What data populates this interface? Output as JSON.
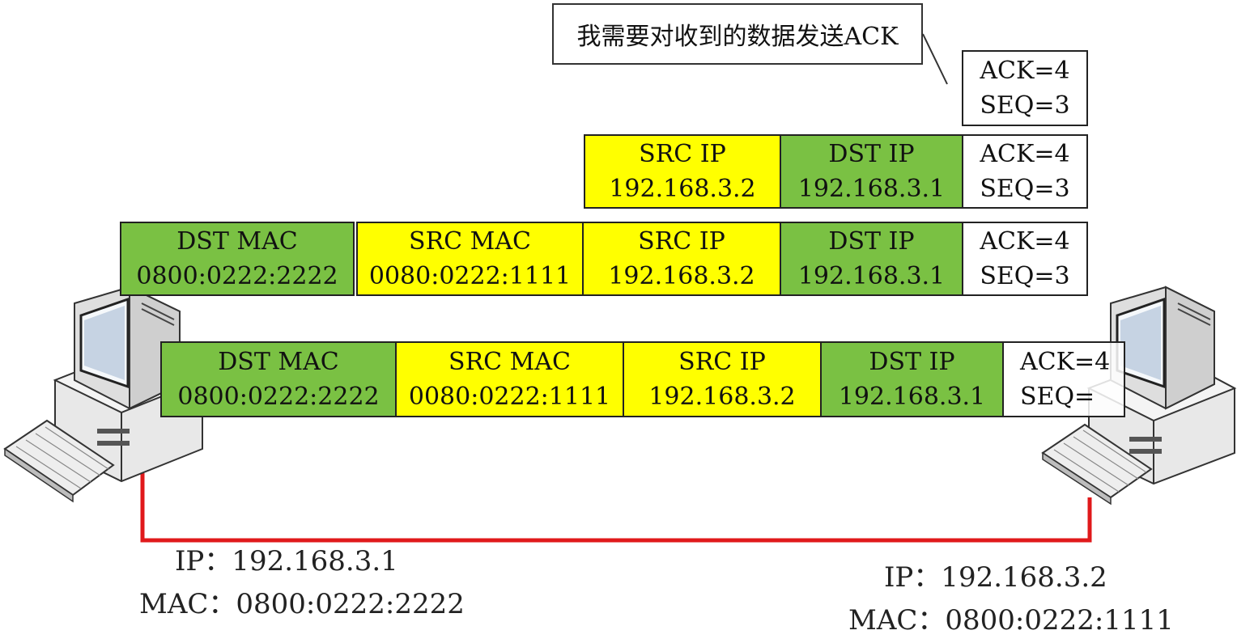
{
  "callout": {
    "text": "我需要对收到的数据发送ACK"
  },
  "level1": {
    "ack": "ACK=4",
    "seq": "SEQ=3"
  },
  "level2": {
    "src_ip_label": "SRC IP",
    "src_ip": "192.168.3.2",
    "dst_ip_label": "DST IP",
    "dst_ip": "192.168.3.1",
    "ack": "ACK=4",
    "seq": "SEQ=3"
  },
  "level3": {
    "dst_mac_label": "DST MAC",
    "dst_mac": "0800:0222:2222",
    "src_mac_label": "SRC MAC",
    "src_mac": "0080:0222:1111",
    "src_ip_label": "SRC IP",
    "src_ip": "192.168.3.2",
    "dst_ip_label": "DST IP",
    "dst_ip": "192.168.3.1",
    "ack": "ACK=4",
    "seq": "SEQ=3"
  },
  "level4": {
    "dst_mac_label": "DST MAC",
    "dst_mac": "0800:0222:2222",
    "src_mac_label": "SRC MAC",
    "src_mac": "0080:0222:1111",
    "src_ip_label": "SRC IP",
    "src_ip": "192.168.3.2",
    "dst_ip_label": "DST IP",
    "dst_ip": "192.168.3.1",
    "ack": "ACK=4",
    "seq": "SEQ="
  },
  "host_left": {
    "ip": "IP：192.168.3.1",
    "mac": "MAC：0800:0222:2222"
  },
  "host_right": {
    "ip": "IP：192.168.3.2",
    "mac": "MAC：0800:0222:1111"
  },
  "colors": {
    "green": "#7ac143",
    "yellow": "#ffff00",
    "link": "#e0191b"
  }
}
